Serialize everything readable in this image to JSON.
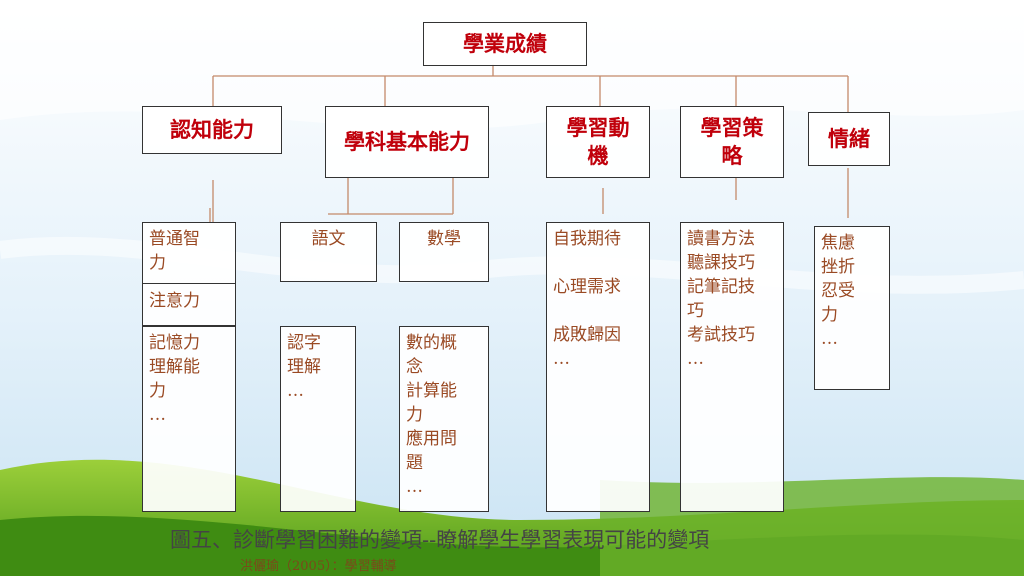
{
  "root": "學業成績",
  "categories": {
    "cognitive": "認知能力",
    "subject": "學科基本能力",
    "motivation": "學習動機",
    "strategy": "學習策略",
    "emotion": "情緒"
  },
  "cognitive": {
    "general": "普通智\n力",
    "attention": "注意力",
    "items": "記憶力\n理解能\n力\n…"
  },
  "subject": {
    "chinese": "語文",
    "math": "數學",
    "chinese_items": "認字\n理解\n…",
    "math_items": "數的概\n念\n計算能\n力\n應用問\n題\n…"
  },
  "motivation": {
    "items": "自我期待\n\n心理需求\n\n成敗歸因\n…"
  },
  "strategy": {
    "items": "讀書方法\n聽課技巧\n記筆記技\n巧\n考試技巧\n…"
  },
  "emotion": {
    "items": "焦慮\n挫折\n忍受\n力\n…"
  },
  "caption": "圖五、診斷學習困難的變項--瞭解學生學習表現可能的變項",
  "citation": "洪儷瑜（2005）：學習輔導"
}
